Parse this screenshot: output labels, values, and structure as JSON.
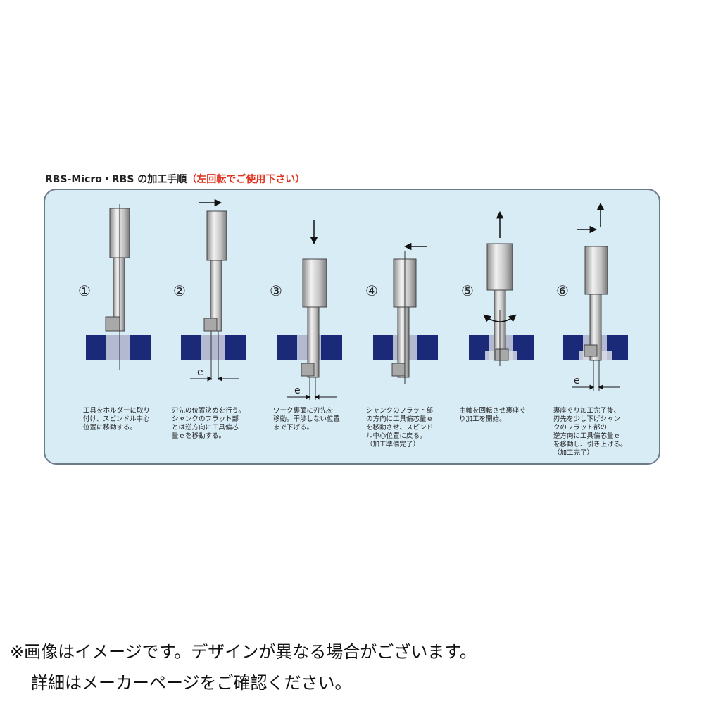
{
  "heading": {
    "title": "RBS-Micro・RBS の加工手順",
    "note": "（左回転でご使用下さい）"
  },
  "steps": [
    {
      "number": "①",
      "description": "工具をホルダーに取り\n付け、スピンドル中心\n位置に移動する。"
    },
    {
      "number": "②",
      "description": "刃先の位置決めを行う。\nシャンクのフラット部\nとは逆方向に工具偏芯\n量ｅを移動する。"
    },
    {
      "number": "③",
      "description": "ワーク裏面に刃先を\n移動。干渉しない位置\nまで下げる。"
    },
    {
      "number": "④",
      "description": "シャンクのフラット部\nの方向に工具偏芯量ｅ\nを移動させ、スピンド\nル中心位置に戻る。\n（加工準備完了）"
    },
    {
      "number": "⑤",
      "description": "主軸を回転させ裏座ぐ\nり加工を開始。"
    },
    {
      "number": "⑥",
      "description": "裏座ぐり加工完了後、\n刃先を少し下げシャン\nクのフラット部の\n逆方向に工具偏芯量ｅ\nを移動し、引き上げる。\n（加工完了）"
    }
  ],
  "eccentricity_label": "e",
  "footer": {
    "line1": "※画像はイメージです。デザインが異なる場合がございます。",
    "line2": "詳細はメーカーページをご確認ください。"
  },
  "colors": {
    "panel": "#d8ecf6",
    "workpiece": "#1a2a78",
    "tool": "#d4d4d4",
    "note": "#e0321e"
  }
}
